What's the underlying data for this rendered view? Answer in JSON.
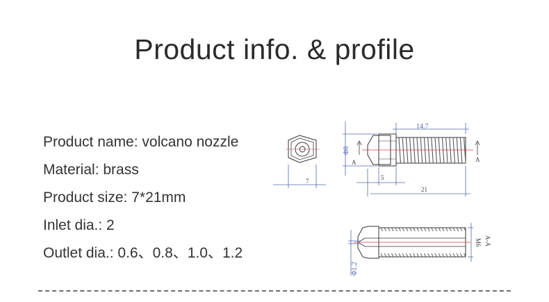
{
  "page": {
    "title": "Product info. & profile"
  },
  "specs": [
    {
      "text": "Product name: volcano nozzle"
    },
    {
      "text": "Material: brass"
    },
    {
      "text": "Product size: 7*21mm"
    },
    {
      "text": "Inlet dia.: 2"
    },
    {
      "text": "Outlet dia.: 0.6、0.8、1.0、1.2"
    }
  ],
  "drawing": {
    "thread_length_label": "14.7",
    "nose_dia_label": "Φ8",
    "hex_label": "7",
    "hex_height_label": "5",
    "total_length_label": "21",
    "section_marker_left": "A",
    "section_marker_right": "A",
    "section_view_label": "A-A",
    "thread_label": "M6",
    "outlet_dia_label": "Φ1.2"
  },
  "colors": {
    "title": "#2b2b2b",
    "text": "#333333",
    "dimension_line": "#5566aa",
    "outline": "#333333",
    "centerline": "#d04040"
  }
}
